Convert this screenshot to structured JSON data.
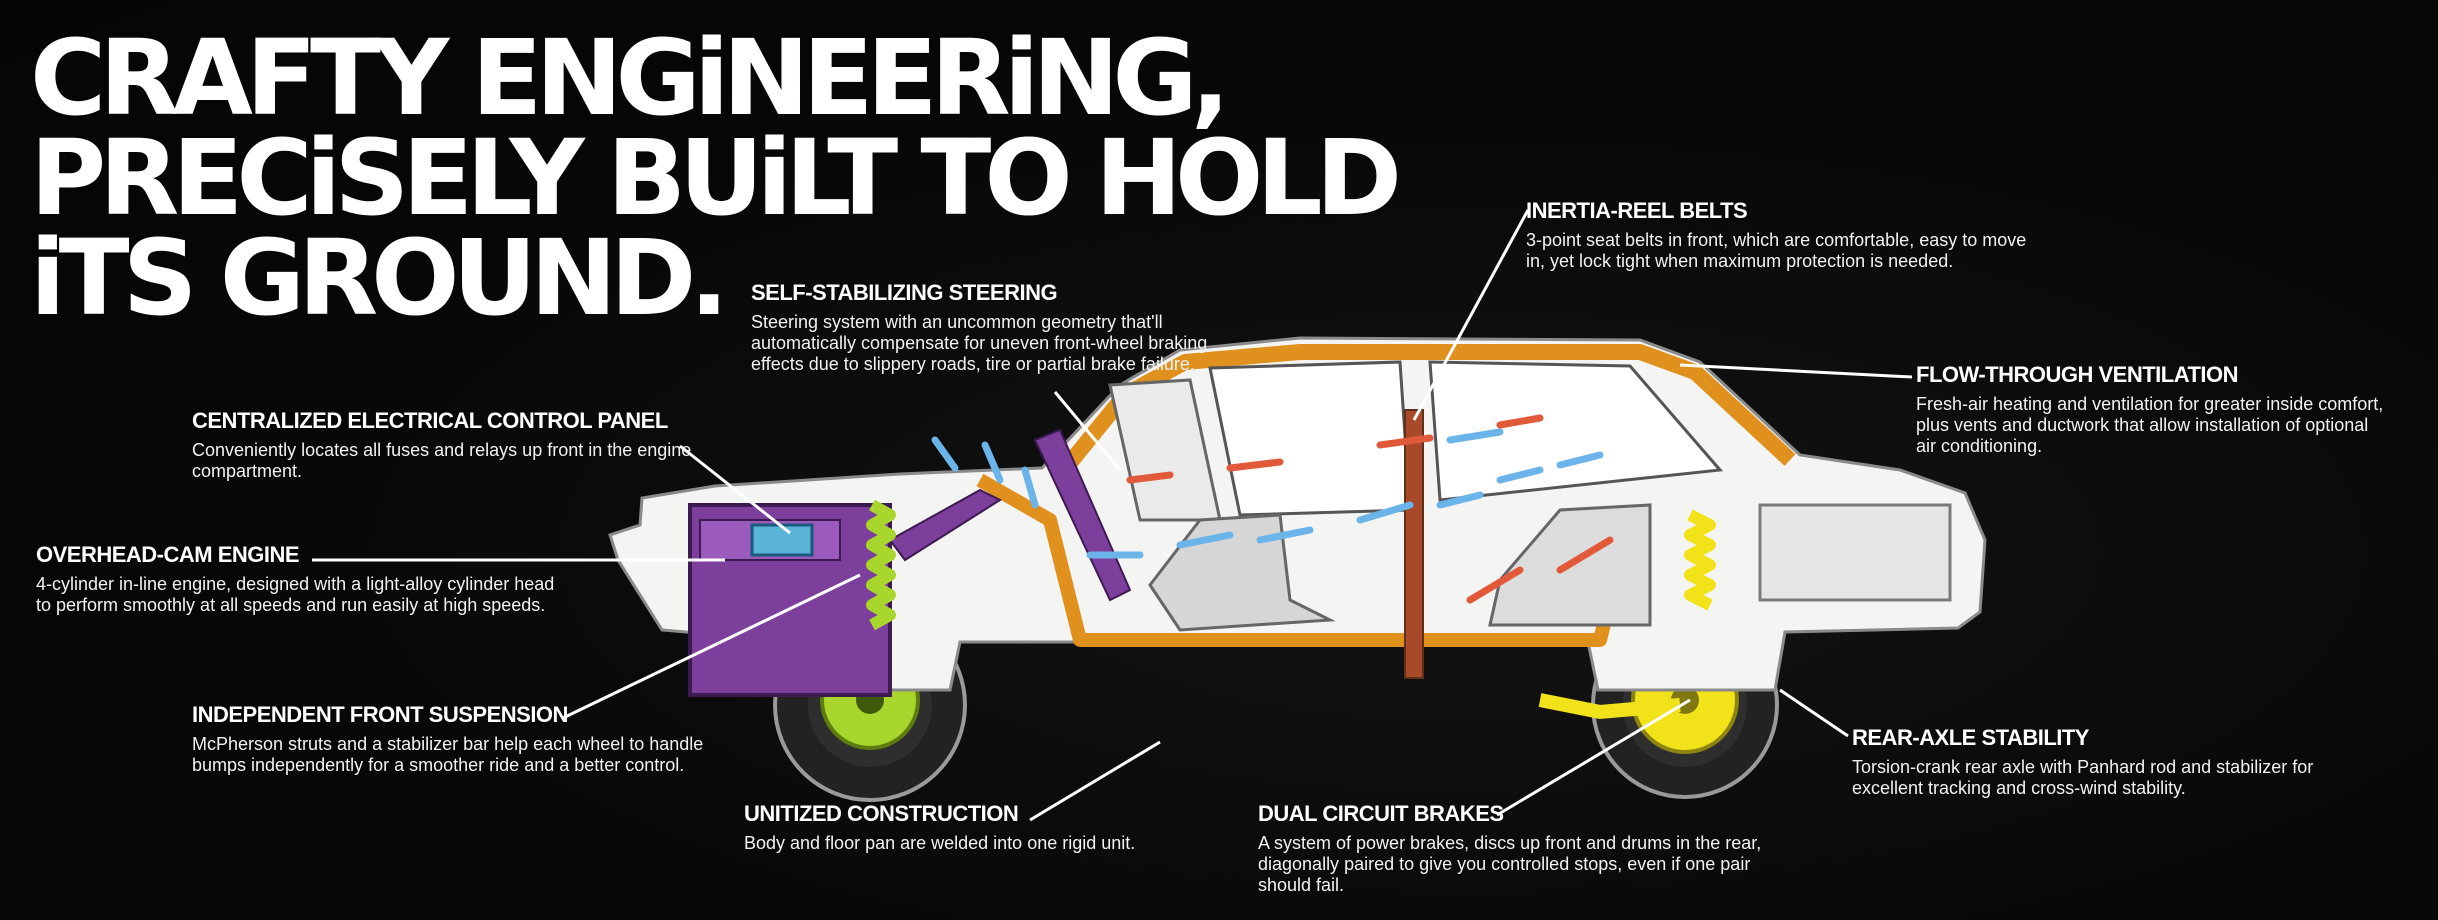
{
  "headline": {
    "line1": "CRAFTY ENGiNEERiNG,",
    "line2": "PRECiSELY BUiLT TO HOLD",
    "line3": "iTS GROUND."
  },
  "callouts": {
    "electrical": {
      "title": "CENTRALIZED ELECTRICAL CONTROL PANEL",
      "body": "Conveniently locates all fuses and relays up front in the engine compartment."
    },
    "engine": {
      "title": "OVERHEAD-CAM ENGINE",
      "body": "4-cylinder in-line engine, designed with a light-alloy cylinder head to perform smoothly at all speeds and run easily at high speeds."
    },
    "suspension": {
      "title": "INDEPENDENT FRONT SUSPENSION",
      "body": "McPherson struts and a stabilizer bar help each wheel to handle bumps independently for a smoother ride and a better control."
    },
    "steering": {
      "title": "SELF-STABILIZING STEERING",
      "body": "Steering system with an uncommon geometry that'll automatically compensate for uneven front-wheel braking effects due to slippery roads, tire or partial brake failure."
    },
    "unitized": {
      "title": "UNITIZED CONSTRUCTION",
      "body": "Body and floor pan are welded into one rigid unit."
    },
    "brakes": {
      "title": "DUAL CIRCUIT BRAKES",
      "body": "A system of power brakes, discs up front and drums in the rear, diagonally paired to give you controlled stops, even if one pair should fail."
    },
    "belts": {
      "title": "INERTIA-REEL BELTS",
      "body": "3-point seat belts in front, which are comfortable, easy to move in, yet lock tight when maximum protection is needed."
    },
    "ventilation": {
      "title": "FLOW-THROUGH VENTILATION",
      "body": "Fresh-air heating and ventilation for greater inside comfort, plus vents and ductwork that allow installation of optional air conditioning."
    },
    "rear_axle": {
      "title": "REAR-AXLE STABILITY",
      "body": "Torsion-crank rear axle with Panhard rod and stabilizer for excellent tracking and cross-wind stability."
    }
  },
  "colors": {
    "background": "#070707",
    "body_white": "#f4f4f2",
    "frame_orange": "#e0901c",
    "engine_purple": "#7d3f9c",
    "suspension_green": "#a8d62c",
    "brake_yellow": "#f2e21a",
    "fresh_air_blue": "#6ab4ea",
    "exhaust_red": "#e05a3a",
    "fuse_box_blue": "#5ab4d8",
    "tire_dark": "#2a2a2a",
    "leader_line": "#ffffff"
  }
}
